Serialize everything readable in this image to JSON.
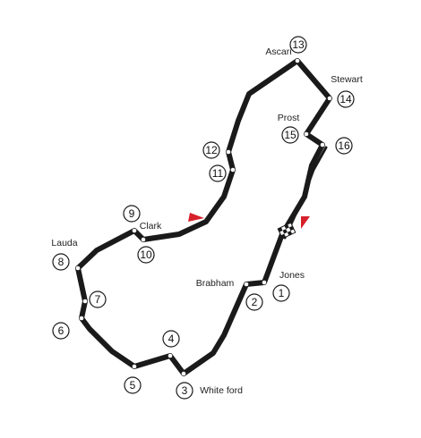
{
  "map": {
    "colors": {
      "track": "#1a1a1a",
      "accent": "#d6202a",
      "background": "#ffffff"
    },
    "corners": [
      {
        "number": "1",
        "name": "Jones"
      },
      {
        "number": "2",
        "name": "Brabham"
      },
      {
        "number": "3",
        "name": "White ford"
      },
      {
        "number": "4",
        "name": ""
      },
      {
        "number": "5",
        "name": ""
      },
      {
        "number": "6",
        "name": ""
      },
      {
        "number": "7",
        "name": ""
      },
      {
        "number": "8",
        "name": "Lauda"
      },
      {
        "number": "9",
        "name": ""
      },
      {
        "number": "10",
        "name": "Clark"
      },
      {
        "number": "11",
        "name": ""
      },
      {
        "number": "12",
        "name": ""
      },
      {
        "number": "13",
        "name": "Ascari"
      },
      {
        "number": "14",
        "name": "Stewart"
      },
      {
        "number": "15",
        "name": "Prost"
      },
      {
        "number": "16",
        "name": ""
      }
    ]
  }
}
